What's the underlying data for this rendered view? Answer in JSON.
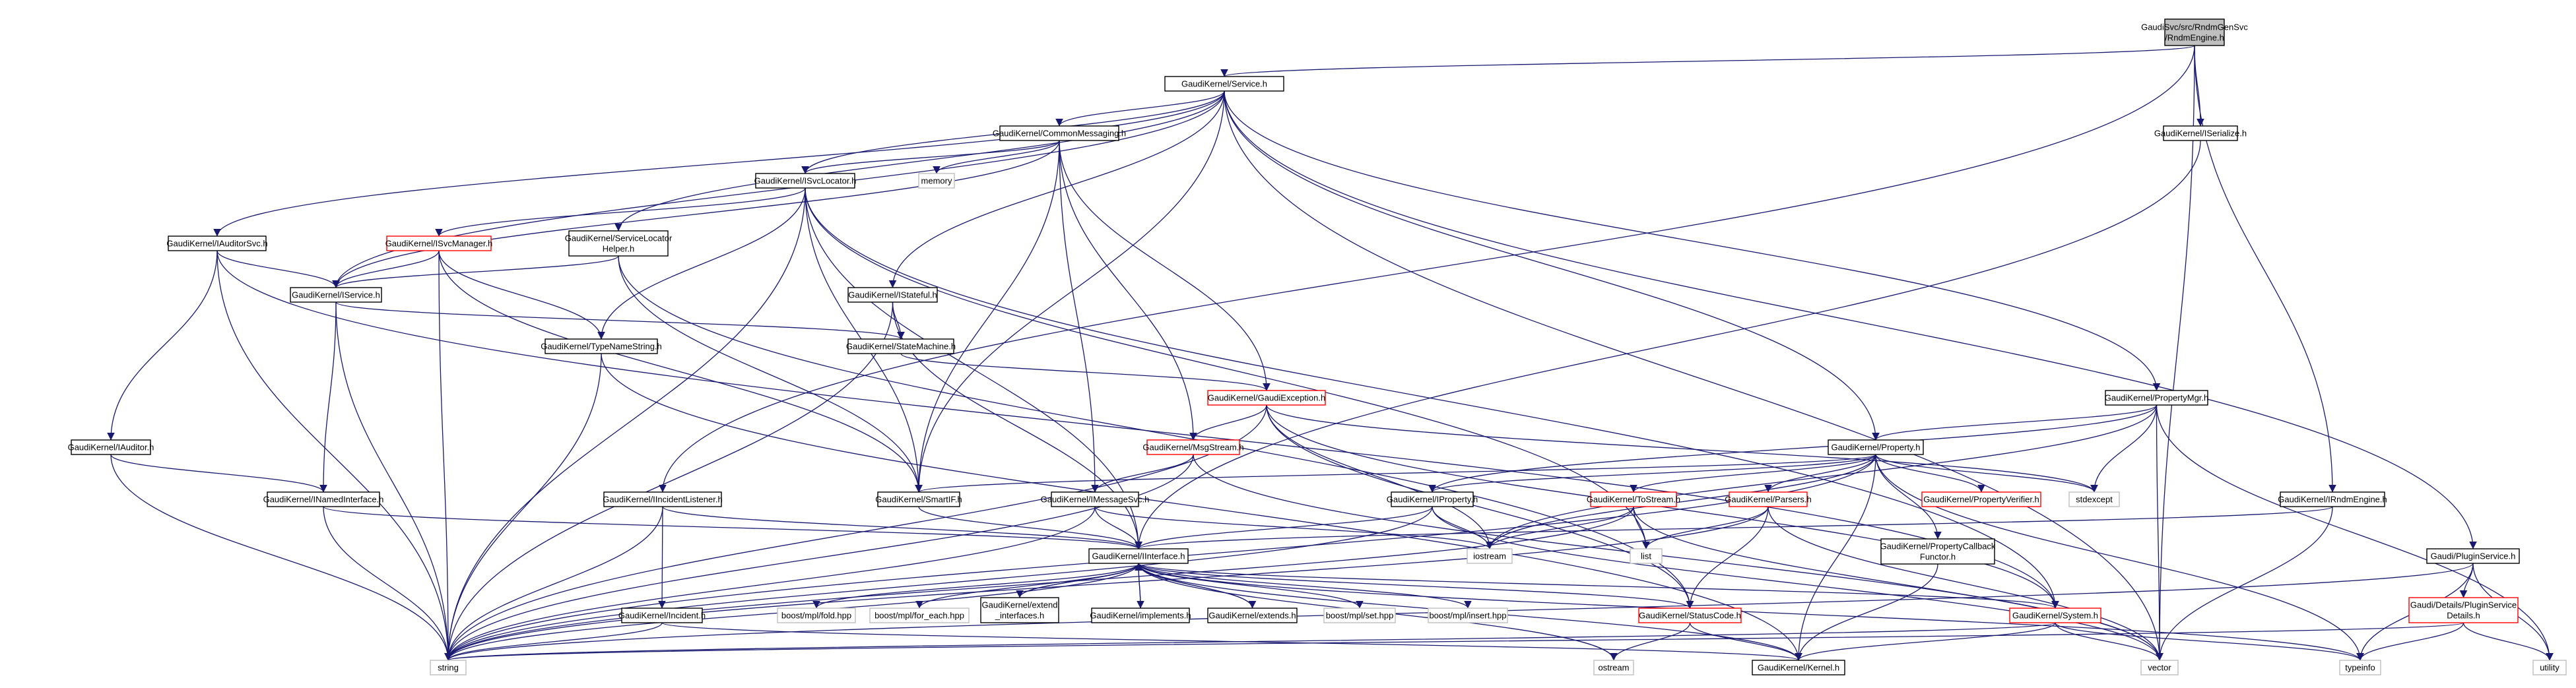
{
  "colors": {
    "edge": "#191970",
    "root_fill": "#bfbfbf",
    "root_border": "#000000",
    "documented_border": "#000000",
    "truncated_border": "#ff0000",
    "external_border": "#bfbfbf",
    "text": "#000000"
  },
  "nodes": [
    {
      "id": "root",
      "lines": [
        "GaudiSvc/src/RndmGenSvc",
        "/RndmEngine.h"
      ],
      "kind": "root"
    },
    {
      "id": "service_h",
      "lines": [
        "GaudiKernel/Service.h"
      ],
      "kind": "doc"
    },
    {
      "id": "iserialize",
      "lines": [
        "GaudiKernel/ISerialize.h"
      ],
      "kind": "doc"
    },
    {
      "id": "commonmsg",
      "lines": [
        "GaudiKernel/CommonMessaging.h"
      ],
      "kind": "doc"
    },
    {
      "id": "memory",
      "lines": [
        "memory"
      ],
      "kind": "ext"
    },
    {
      "id": "isvclocator",
      "lines": [
        "GaudiKernel/ISvcLocator.h"
      ],
      "kind": "doc"
    },
    {
      "id": "iauditorsvc",
      "lines": [
        "GaudiKernel/IAuditorSvc.h"
      ],
      "kind": "doc"
    },
    {
      "id": "isvcmanager",
      "lines": [
        "GaudiKernel/ISvcManager.h"
      ],
      "kind": "trunc"
    },
    {
      "id": "svclochelper",
      "lines": [
        "GaudiKernel/ServiceLocator",
        "Helper.h"
      ],
      "kind": "doc"
    },
    {
      "id": "iservice",
      "lines": [
        "GaudiKernel/IService.h"
      ],
      "kind": "doc"
    },
    {
      "id": "istateful",
      "lines": [
        "GaudiKernel/IStateful.h"
      ],
      "kind": "doc"
    },
    {
      "id": "typenamestring",
      "lines": [
        "GaudiKernel/TypeNameString.h"
      ],
      "kind": "doc"
    },
    {
      "id": "statemachine",
      "lines": [
        "GaudiKernel/StateMachine.h"
      ],
      "kind": "doc"
    },
    {
      "id": "gaudiexception",
      "lines": [
        "GaudiKernel/GaudiException.h"
      ],
      "kind": "trunc"
    },
    {
      "id": "propertymgr",
      "lines": [
        "GaudiKernel/PropertyMgr.h"
      ],
      "kind": "doc"
    },
    {
      "id": "iauditor",
      "lines": [
        "GaudiKernel/IAuditor.h"
      ],
      "kind": "doc"
    },
    {
      "id": "msgstream",
      "lines": [
        "GaudiKernel/MsgStream.h"
      ],
      "kind": "trunc"
    },
    {
      "id": "property",
      "lines": [
        "GaudiKernel/Property.h"
      ],
      "kind": "doc"
    },
    {
      "id": "inamedinterface",
      "lines": [
        "GaudiKernel/INamedInterface.h"
      ],
      "kind": "doc"
    },
    {
      "id": "iincidentlistener",
      "lines": [
        "GaudiKernel/IIncidentListener.h"
      ],
      "kind": "doc"
    },
    {
      "id": "smartif",
      "lines": [
        "GaudiKernel/SmartIF.h"
      ],
      "kind": "doc"
    },
    {
      "id": "imessagesvc",
      "lines": [
        "GaudiKernel/IMessageSvc.h"
      ],
      "kind": "doc"
    },
    {
      "id": "iproperty",
      "lines": [
        "GaudiKernel/IProperty.h"
      ],
      "kind": "doc"
    },
    {
      "id": "tostream",
      "lines": [
        "GaudiKernel/ToStream.h"
      ],
      "kind": "trunc"
    },
    {
      "id": "parsers",
      "lines": [
        "GaudiKernel/Parsers.h"
      ],
      "kind": "trunc"
    },
    {
      "id": "propverifier",
      "lines": [
        "GaudiKernel/PropertyVerifier.h"
      ],
      "kind": "trunc"
    },
    {
      "id": "stdexcept",
      "lines": [
        "stdexcept"
      ],
      "kind": "ext"
    },
    {
      "id": "irndmengine",
      "lines": [
        "GaudiKernel/IRndmEngine.h"
      ],
      "kind": "doc"
    },
    {
      "id": "iinterface",
      "lines": [
        "GaudiKernel/IInterface.h"
      ],
      "kind": "doc"
    },
    {
      "id": "iostream",
      "lines": [
        "iostream"
      ],
      "kind": "ext"
    },
    {
      "id": "list",
      "lines": [
        "list"
      ],
      "kind": "ext"
    },
    {
      "id": "propcallback",
      "lines": [
        "GaudiKernel/PropertyCallback",
        "Functor.h"
      ],
      "kind": "doc"
    },
    {
      "id": "pluginservice",
      "lines": [
        "Gaudi/PluginService.h"
      ],
      "kind": "doc"
    },
    {
      "id": "iincident",
      "lines": [
        "GaudiKernel/Incident.h"
      ],
      "kind": "doc"
    },
    {
      "id": "mplfold",
      "lines": [
        "boost/mpl/fold.hpp"
      ],
      "kind": "ext"
    },
    {
      "id": "mplforeach",
      "lines": [
        "boost/mpl/for_each.hpp"
      ],
      "kind": "ext"
    },
    {
      "id": "extendinterfaces",
      "lines": [
        "GaudiKernel/extend",
        "_interfaces.h"
      ],
      "kind": "doc"
    },
    {
      "id": "implements",
      "lines": [
        "GaudiKernel/implements.h"
      ],
      "kind": "doc"
    },
    {
      "id": "extends",
      "lines": [
        "GaudiKernel/extends.h"
      ],
      "kind": "doc"
    },
    {
      "id": "mplset",
      "lines": [
        "boost/mpl/set.hpp"
      ],
      "kind": "ext"
    },
    {
      "id": "mplinsert",
      "lines": [
        "boost/mpl/insert.hpp"
      ],
      "kind": "ext"
    },
    {
      "id": "statuscode",
      "lines": [
        "GaudiKernel/StatusCode.h"
      ],
      "kind": "trunc"
    },
    {
      "id": "system",
      "lines": [
        "GaudiKernel/System.h"
      ],
      "kind": "trunc"
    },
    {
      "id": "pluginsvcdetails",
      "lines": [
        "Gaudi/Details/PluginService",
        "Details.h"
      ],
      "kind": "trunc"
    },
    {
      "id": "string",
      "lines": [
        "string"
      ],
      "kind": "ext"
    },
    {
      "id": "ostream",
      "lines": [
        "ostream"
      ],
      "kind": "ext"
    },
    {
      "id": "kernel",
      "lines": [
        "GaudiKernel/Kernel.h"
      ],
      "kind": "doc"
    },
    {
      "id": "vector",
      "lines": [
        "vector"
      ],
      "kind": "ext"
    },
    {
      "id": "typeinfo",
      "lines": [
        "typeinfo"
      ],
      "kind": "ext"
    },
    {
      "id": "utility",
      "lines": [
        "utility"
      ],
      "kind": "ext"
    }
  ],
  "edges": [
    [
      "root",
      "service_h"
    ],
    [
      "root",
      "iserialize"
    ],
    [
      "root",
      "irndmengine"
    ],
    [
      "root",
      "vector"
    ],
    [
      "root",
      "iincidentlistener"
    ],
    [
      "service_h",
      "commonmsg"
    ],
    [
      "service_h",
      "isvclocator"
    ],
    [
      "service_h",
      "iauditorsvc"
    ],
    [
      "service_h",
      "svclochelper"
    ],
    [
      "service_h",
      "iservice"
    ],
    [
      "service_h",
      "istateful"
    ],
    [
      "service_h",
      "propertymgr"
    ],
    [
      "service_h",
      "property"
    ],
    [
      "service_h",
      "smartif"
    ],
    [
      "service_h",
      "pluginservice"
    ],
    [
      "service_h",
      "vector"
    ],
    [
      "iserialize",
      "iinterface"
    ],
    [
      "commonmsg",
      "memory"
    ],
    [
      "commonmsg",
      "isvclocator"
    ],
    [
      "commonmsg",
      "iservice"
    ],
    [
      "commonmsg",
      "smartif"
    ],
    [
      "commonmsg",
      "msgstream"
    ],
    [
      "commonmsg",
      "imessagesvc"
    ],
    [
      "commonmsg",
      "gaudiexception"
    ],
    [
      "isvclocator",
      "isvcmanager"
    ],
    [
      "isvclocator",
      "typenamestring"
    ],
    [
      "isvclocator",
      "smartif"
    ],
    [
      "isvclocator",
      "iinterface"
    ],
    [
      "isvclocator",
      "string"
    ],
    [
      "isvclocator",
      "list"
    ],
    [
      "isvclocator",
      "system"
    ],
    [
      "iauditorsvc",
      "iservice"
    ],
    [
      "iauditorsvc",
      "iauditor"
    ],
    [
      "iauditorsvc",
      "string"
    ],
    [
      "iauditorsvc",
      "system"
    ],
    [
      "isvcmanager",
      "iservice"
    ],
    [
      "isvcmanager",
      "typenamestring"
    ],
    [
      "isvcmanager",
      "smartif"
    ],
    [
      "isvcmanager",
      "string"
    ],
    [
      "svclochelper",
      "iservice"
    ],
    [
      "svclochelper",
      "smartif"
    ],
    [
      "svclochelper",
      "statuscode"
    ],
    [
      "iservice",
      "inamedinterface"
    ],
    [
      "iservice",
      "statemachine"
    ],
    [
      "iservice",
      "string"
    ],
    [
      "istateful",
      "statemachine"
    ],
    [
      "istateful",
      "iinterface"
    ],
    [
      "istateful",
      "string"
    ],
    [
      "typenamestring",
      "string"
    ],
    [
      "typenamestring",
      "kernel"
    ],
    [
      "statemachine",
      "gaudiexception"
    ],
    [
      "gaudiexception",
      "msgstream"
    ],
    [
      "gaudiexception",
      "string"
    ],
    [
      "gaudiexception",
      "iostream"
    ],
    [
      "gaudiexception",
      "stdexcept"
    ],
    [
      "gaudiexception",
      "statuscode"
    ],
    [
      "gaudiexception",
      "system"
    ],
    [
      "propertymgr",
      "property"
    ],
    [
      "propertymgr",
      "iproperty"
    ],
    [
      "propertymgr",
      "stdexcept"
    ],
    [
      "propertymgr",
      "vector"
    ],
    [
      "propertymgr",
      "utility"
    ],
    [
      "propertymgr",
      "iostream"
    ],
    [
      "iauditor",
      "inamedinterface"
    ],
    [
      "iauditor",
      "string"
    ],
    [
      "msgstream",
      "imessagesvc"
    ],
    [
      "msgstream",
      "string"
    ],
    [
      "msgstream",
      "vector"
    ],
    [
      "property",
      "smartif"
    ],
    [
      "property",
      "tostream"
    ],
    [
      "property",
      "parsers"
    ],
    [
      "property",
      "propverifier"
    ],
    [
      "property",
      "propcallback"
    ],
    [
      "property",
      "iproperty"
    ],
    [
      "property",
      "stdexcept"
    ],
    [
      "property",
      "string"
    ],
    [
      "property",
      "typeinfo"
    ],
    [
      "property",
      "kernel"
    ],
    [
      "property",
      "iostream"
    ],
    [
      "inamedinterface",
      "iinterface"
    ],
    [
      "inamedinterface",
      "string"
    ],
    [
      "iincidentlistener",
      "iinterface"
    ],
    [
      "iincidentlistener",
      "iincident"
    ],
    [
      "iincidentlistener",
      "string"
    ],
    [
      "smartif",
      "iinterface"
    ],
    [
      "imessagesvc",
      "iinterface"
    ],
    [
      "imessagesvc",
      "string"
    ],
    [
      "imessagesvc",
      "iostream"
    ],
    [
      "iproperty",
      "iinterface"
    ],
    [
      "iproperty",
      "string"
    ],
    [
      "iproperty",
      "iostream"
    ],
    [
      "iproperty",
      "vector"
    ],
    [
      "tostream",
      "iostream"
    ],
    [
      "tostream",
      "list"
    ],
    [
      "tostream",
      "string"
    ],
    [
      "tostream",
      "vector"
    ],
    [
      "parsers",
      "list"
    ],
    [
      "parsers",
      "string"
    ],
    [
      "parsers",
      "vector"
    ],
    [
      "parsers",
      "statuscode"
    ],
    [
      "irndmengine",
      "iinterface"
    ],
    [
      "irndmengine",
      "vector"
    ],
    [
      "iinterface",
      "mplfold"
    ],
    [
      "iinterface",
      "mplforeach"
    ],
    [
      "iinterface",
      "extendinterfaces"
    ],
    [
      "iinterface",
      "implements"
    ],
    [
      "iinterface",
      "extends"
    ],
    [
      "iinterface",
      "mplset"
    ],
    [
      "iinterface",
      "mplinsert"
    ],
    [
      "iinterface",
      "statuscode"
    ],
    [
      "iinterface",
      "system"
    ],
    [
      "iinterface",
      "string"
    ],
    [
      "iinterface",
      "ostream"
    ],
    [
      "iinterface",
      "kernel"
    ],
    [
      "iinterface",
      "typeinfo"
    ],
    [
      "extendinterfaces",
      "iinterface"
    ],
    [
      "implements",
      "iinterface"
    ],
    [
      "extends",
      "iinterface"
    ],
    [
      "propcallback",
      "kernel"
    ],
    [
      "pluginservice",
      "pluginsvcdetails"
    ],
    [
      "pluginservice",
      "string"
    ],
    [
      "pluginservice",
      "typeinfo"
    ],
    [
      "pluginservice",
      "utility"
    ],
    [
      "iincident",
      "string"
    ],
    [
      "iincident",
      "kernel"
    ],
    [
      "statuscode",
      "ostream"
    ],
    [
      "statuscode",
      "kernel"
    ],
    [
      "system",
      "string"
    ],
    [
      "system",
      "vector"
    ],
    [
      "system",
      "typeinfo"
    ],
    [
      "system",
      "kernel"
    ],
    [
      "pluginsvcdetails",
      "string"
    ],
    [
      "pluginsvcdetails",
      "typeinfo"
    ],
    [
      "pluginsvcdetails",
      "utility"
    ]
  ]
}
